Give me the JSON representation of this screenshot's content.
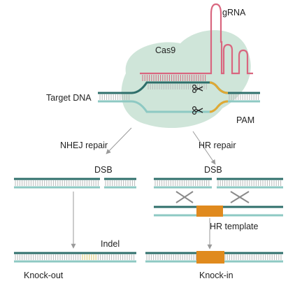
{
  "labels": {
    "grna": "gRNA",
    "cas9": "Cas9",
    "target_dna": "Target DNA",
    "pam": "PAM",
    "nhej_repair": "NHEJ repair",
    "hr_repair": "HR repair",
    "dsb_left": "DSB",
    "dsb_right": "DSB",
    "hr_template": "HR template",
    "indel": "Indel",
    "knock_out": "Knock-out",
    "knock_in": "Knock-in"
  },
  "colors": {
    "dna_teal": "#2f6f6b",
    "dna_light": "#8ec9c3",
    "rung": "#b9b9b9",
    "grna_pink": "#d9667f",
    "cas9_fill": "#cfe5d9",
    "pam_yellow": "#e0a934",
    "template_orange": "#e08a1e",
    "indel_rung": "#d8c46a",
    "arrow_grey": "#9a9a9a",
    "cross_grey": "#8a8a8a"
  },
  "icons": [
    "scissors-icon",
    "scissors-icon"
  ]
}
